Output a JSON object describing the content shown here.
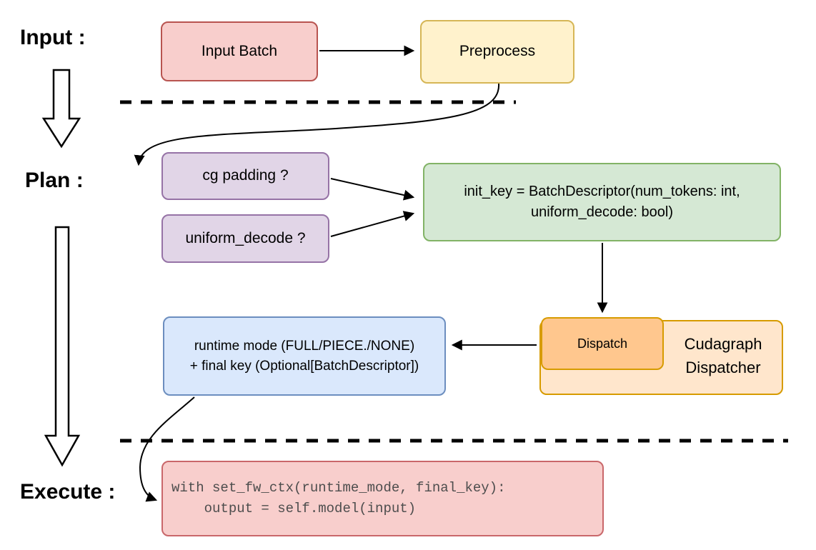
{
  "phases": {
    "input_label": "Input :",
    "plan_label": "Plan :",
    "execute_label": "Execute :"
  },
  "nodes": {
    "input_batch": "Input Batch",
    "preprocess": "Preprocess",
    "cg_padding": "cg padding ?",
    "uniform_decode": "uniform_decode ?",
    "init_key_line1": "init_key = BatchDescriptor(num_tokens: int,",
    "init_key_line2": "uniform_decode: bool)",
    "dispatch": "Dispatch",
    "cudagraph_dispatcher": "Cudagraph Dispatcher",
    "runtime_line1": "runtime mode (FULL/PIECE./NONE)",
    "runtime_line2": "+ final key (Optional[BatchDescriptor])",
    "code_line1": "with set_fw_ctx(runtime_mode, final_key):",
    "code_line2": "    output = self.model(input)"
  },
  "colors": {
    "red_fill": "#f8cecc",
    "red_stroke": "#b85450",
    "yellow_fill": "#fff2cc",
    "yellow_stroke": "#d6b656",
    "purple_fill": "#e1d5e7",
    "purple_stroke": "#9673a6",
    "green_fill": "#d5e8d4",
    "green_stroke": "#82b366",
    "orange_fill": "#ffe6cc",
    "orange_inner_fill": "#ffc78e",
    "orange_stroke": "#d79b00",
    "blue_fill": "#dae8fc",
    "blue_stroke": "#6c8ebf",
    "connector": "#000000",
    "code_text": "#4d4d4d"
  }
}
